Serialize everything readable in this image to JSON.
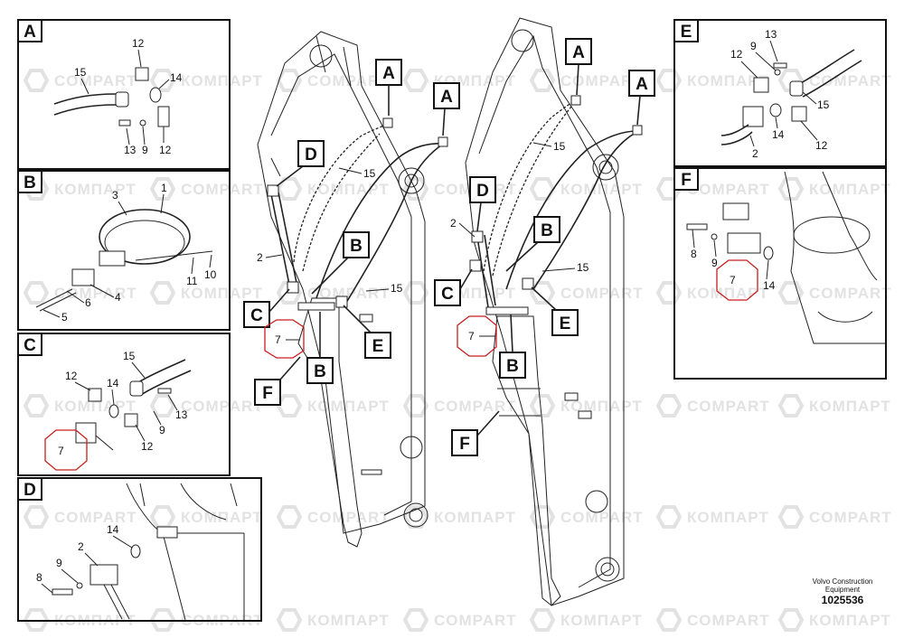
{
  "watermarks": [
    "COMPART",
    "КОМПАРТ"
  ],
  "accent_colors": {
    "line": "#222222",
    "hex_callout": "#c81e1e",
    "watermark": "#e2e2e2"
  },
  "panels": {
    "A": {
      "letter": "A",
      "labels": [
        "15",
        "12",
        "14",
        "13",
        "9",
        "12"
      ]
    },
    "B": {
      "letter": "B",
      "labels": [
        "3",
        "1",
        "11",
        "10",
        "4",
        "6",
        "5"
      ]
    },
    "C": {
      "letter": "C",
      "labels": [
        "15",
        "12",
        "14",
        "13",
        "9",
        "12",
        "7"
      ]
    },
    "D": {
      "letter": "D",
      "labels": [
        "14",
        "2",
        "9",
        "8"
      ]
    },
    "E": {
      "letter": "E",
      "labels": [
        "13",
        "9",
        "12",
        "15",
        "14",
        "12",
        "2"
      ]
    },
    "F": {
      "letter": "F",
      "labels": [
        "8",
        "9",
        "7",
        "14"
      ]
    }
  },
  "main_left": {
    "callouts": [
      "A",
      "A",
      "D",
      "B",
      "C",
      "E",
      "B",
      "F"
    ],
    "labels": [
      "15",
      "2",
      "15"
    ],
    "hex": "7"
  },
  "main_right": {
    "callouts": [
      "A",
      "A",
      "D",
      "B",
      "C",
      "E",
      "B",
      "F"
    ],
    "labels": [
      "15",
      "2",
      "15"
    ],
    "hex": "7"
  },
  "footer": {
    "company_line1": "Volvo Construction",
    "company_line2": "Equipment",
    "doc_number": "1025536"
  }
}
